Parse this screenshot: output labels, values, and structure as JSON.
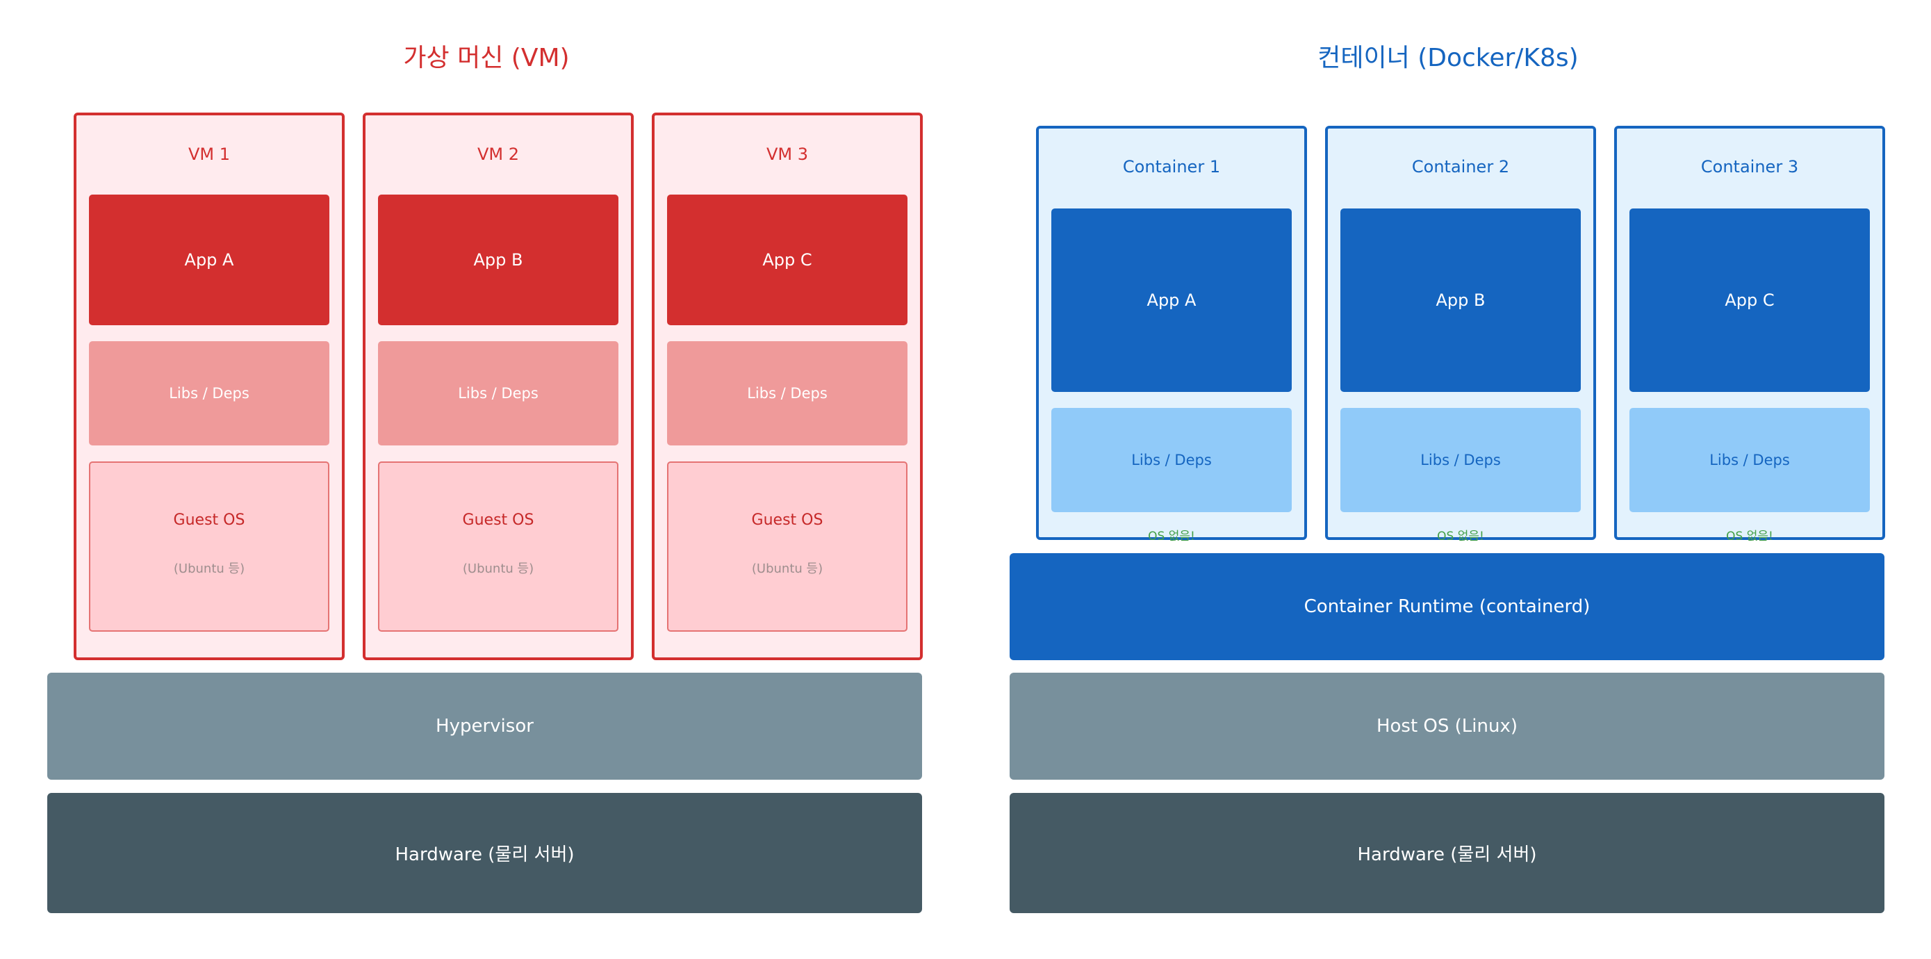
{
  "colors": {
    "vm_accent": "#d32f2f",
    "container_accent": "#1565c0",
    "hypervisor": "#78909c",
    "hardware": "#455a64",
    "no_os_note": "#43a047"
  },
  "vm_side": {
    "title": "가상 머신 (VM)",
    "machines": [
      {
        "label": "VM 1",
        "app": "App A",
        "libs": "Libs / Deps",
        "guest_os": "Guest OS",
        "guest_os_note": "(Ubuntu 등)"
      },
      {
        "label": "VM 2",
        "app": "App B",
        "libs": "Libs / Deps",
        "guest_os": "Guest OS",
        "guest_os_note": "(Ubuntu 등)"
      },
      {
        "label": "VM 3",
        "app": "App C",
        "libs": "Libs / Deps",
        "guest_os": "Guest OS",
        "guest_os_note": "(Ubuntu 등)"
      }
    ],
    "hypervisor": "Hypervisor",
    "hardware": "Hardware (물리 서버)"
  },
  "container_side": {
    "title": "컨테이너 (Docker/K8s)",
    "containers": [
      {
        "label": "Container 1",
        "app": "App A",
        "libs": "Libs / Deps",
        "no_os": "OS 없음!"
      },
      {
        "label": "Container 2",
        "app": "App B",
        "libs": "Libs / Deps",
        "no_os": "OS 없음!"
      },
      {
        "label": "Container 3",
        "app": "App C",
        "libs": "Libs / Deps",
        "no_os": "OS 없음!"
      }
    ],
    "runtime": "Container Runtime (containerd)",
    "host_os": "Host OS (Linux)",
    "hardware": "Hardware (물리 서버)"
  }
}
